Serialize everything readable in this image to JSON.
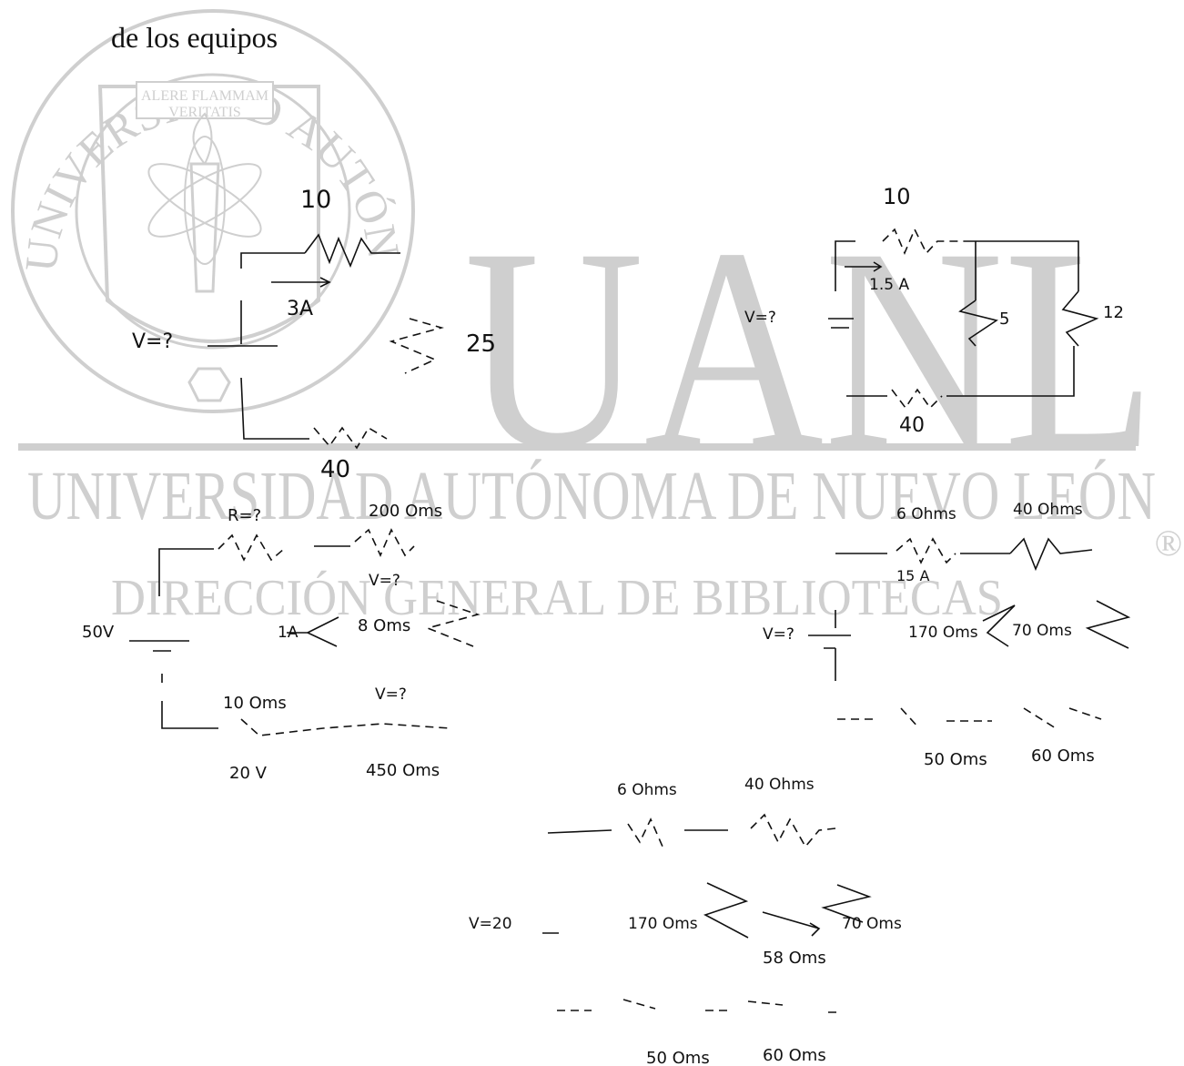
{
  "heading": "de los equipos",
  "watermark": {
    "ring_text": "UNIVERSIDAD AUTÓNOMA DE NUEVO LEÓN",
    "motto_line1": "ALERE FLAMMAM",
    "motto_line2": "VERITATIS",
    "logo": "UANL",
    "university": "UNIVERSIDAD AUTÓNOMA DE NUEVO LEÓN",
    "registered": "®",
    "department": "DIRECCIÓN GENERAL DE BIBLIOTECAS",
    "color": "#cfcfcf"
  },
  "circuit1": {
    "r_top": "10",
    "current": "3A",
    "voltage": "V=?",
    "r_right": "25",
    "r_bottom": "40"
  },
  "circuit2": {
    "r_top": "10",
    "current": "1.5 A",
    "voltage": "V=?",
    "r_mid": "5",
    "r_right": "12",
    "r_bottom": "40"
  },
  "circuit3": {
    "r_unknown": "R=?",
    "r_200": "200 Oms",
    "v_unknown_1": "V=?",
    "source": "50V",
    "current": "1A",
    "r_8": "8 Oms",
    "r_10": "10 Oms",
    "v_unknown_2": "V=?",
    "v_20": "20 V",
    "r_450": "450 Oms"
  },
  "circuit4": {
    "r_6": "6 Ohms",
    "r_40": "40 Ohms",
    "current": "15 A",
    "voltage": "V=?",
    "r_170": "170 Oms",
    "r_70": "70 Oms",
    "r_50": "50 Oms",
    "r_60": "60 Oms"
  },
  "circuit5": {
    "r_6": "6 Ohms",
    "r_40": "40 Ohms",
    "voltage": "V=20",
    "r_170": "170 Oms",
    "r_70": "70 Oms",
    "r_58": "58 Oms",
    "r_50": "50 Oms",
    "r_60": "60 Oms"
  }
}
